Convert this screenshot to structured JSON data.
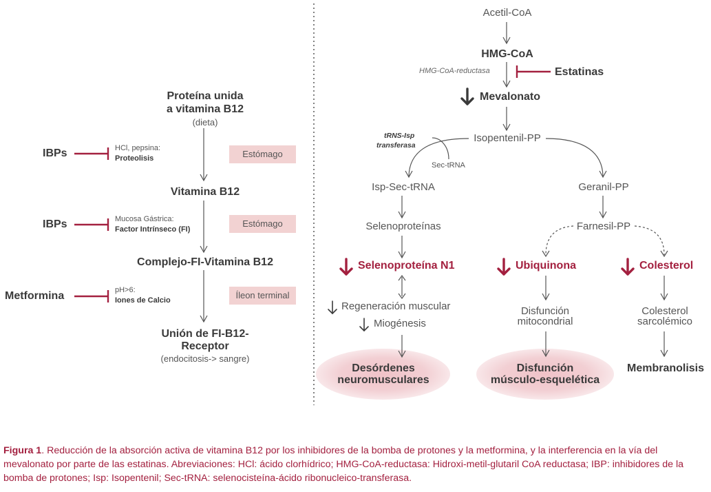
{
  "left": {
    "node1": [
      "Proteína unida",
      "a vitamina B12"
    ],
    "node1_sub": "(dieta)",
    "node2": "Vitamina B12",
    "node3": "Complejo-FI-Vitamina B12",
    "node4": [
      "Unión de FI-B12-",
      "Receptor"
    ],
    "node4_sub": "(endocitosis-> sangre)",
    "inhibitors": [
      {
        "agent": "IBPs",
        "note": "HCl, pepsina:",
        "process": "Proteolisis",
        "site": "Estómago"
      },
      {
        "agent": "IBPs",
        "note": "Mucosa Gástrica:",
        "process": "Factor Intrínseco (FI)",
        "site": "Estómago"
      },
      {
        "agent": "Metformina",
        "note": "pH>6:",
        "process": "Iones de Calcio",
        "site": "Íleon terminal"
      }
    ]
  },
  "right": {
    "acetil": "Acetil-CoA",
    "hmg": "HMG-CoA",
    "enzyme": "HMG-CoA-reductasa",
    "statins": "Estatinas",
    "mevalonato": "Mevalonato",
    "isopentenil": "Isopentenil-PP",
    "trns": [
      "tRNS-Isp",
      "transferasa"
    ],
    "sec_trna": "Sec-tRNA",
    "isp_sec": "Isp-Sec-tRNA",
    "seleno": "Selenoproteínas",
    "seleno_n1": "Selenoproteína N1",
    "regen": "Regeneración muscular",
    "miogenesis": "Miogénesis",
    "outcome1": [
      "Desórdenes",
      "neuromusculares"
    ],
    "geranil": "Geranil-PP",
    "farnesil": "Farnesil-PP",
    "ubiquinona": "Ubiquinona",
    "disfuncion_mito": [
      "Disfunción",
      "mitocondrial"
    ],
    "outcome2": [
      "Disfunción",
      "músculo-esquelética"
    ],
    "colesterol": "Colesterol",
    "colesterol_sarc": [
      "Colesterol",
      "sarcolémico"
    ],
    "membranolisis": "Membranolisis"
  },
  "colors": {
    "accent": "#a3203f",
    "box": "#f2d2d2",
    "arrow": "#555555"
  },
  "caption": {
    "label": "Figura 1",
    "text": ". Reducción de la absorción activa de vitamina B12 por los inhibidores de la bomba de protones y la metformina, y la interferencia en la vía del mevalonato por parte de las estatinas. Abreviaciones: HCl: ácido clorhídrico; HMG-CoA-reductasa: Hidroxi-metil-glutaril CoA reductasa; IBP: inhibidores de la bomba de protones; Isp: Isopentenil; Sec-tRNA: selenocisteína-ácido ribonucleico-transferasa."
  }
}
